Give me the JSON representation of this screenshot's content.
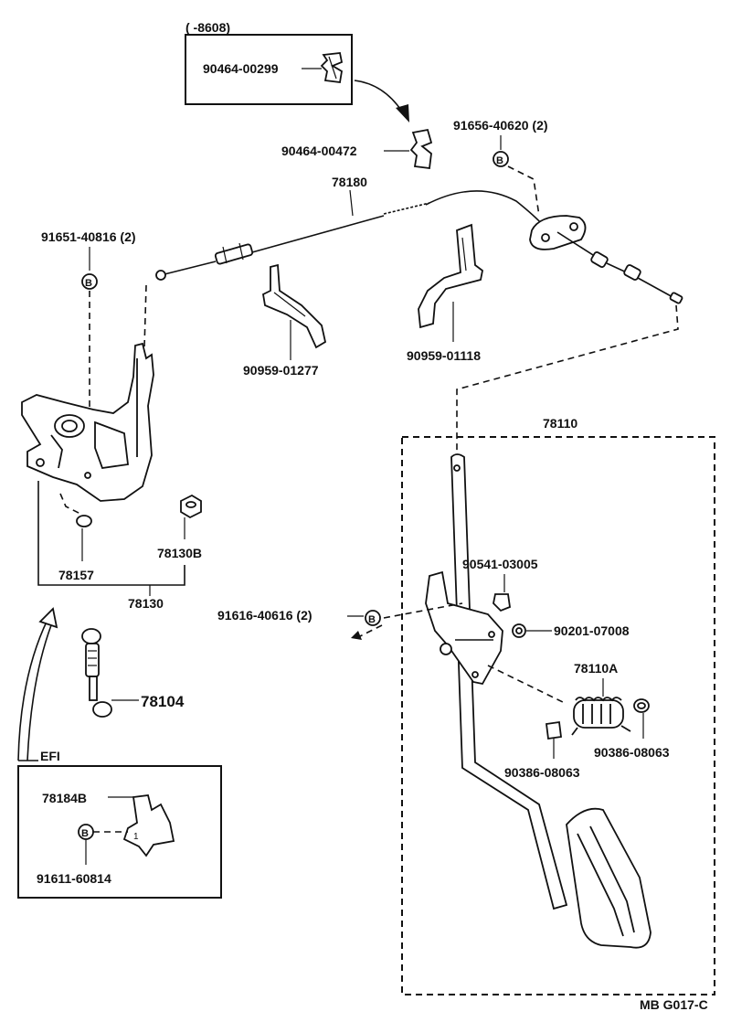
{
  "top_box": {
    "range": "(      -8608)",
    "part": "90464-00299"
  },
  "labels": {
    "clip_90464_00472": "90464-00472",
    "bolt_91656": "91656-40620 (2)",
    "cable_78180": "78180",
    "bolt_91651": "91651-40816 (2)",
    "bracket_90959_01277": "90959-01277",
    "bracket_90959_01118": "90959-01118",
    "pedal_assy_78110": "78110",
    "clip_78157": "78157",
    "cushion_78130b": "78130B",
    "bracket_assy_78130": "78130",
    "bolt_91616": "91616-40616 (2)",
    "clip_90541": "90541-03005",
    "nut_90201": "90201-07008",
    "spring_78110a": "78110A",
    "damper_78104": "78104",
    "bush_90386_left": "90386-08063",
    "bush_90386_right": "90386-08063"
  },
  "efi_box": {
    "title": "EFI",
    "bracket": "78184B",
    "bolt": "91611-60814"
  },
  "callout_symbol": "B",
  "diagram_code": "MB G017-C"
}
